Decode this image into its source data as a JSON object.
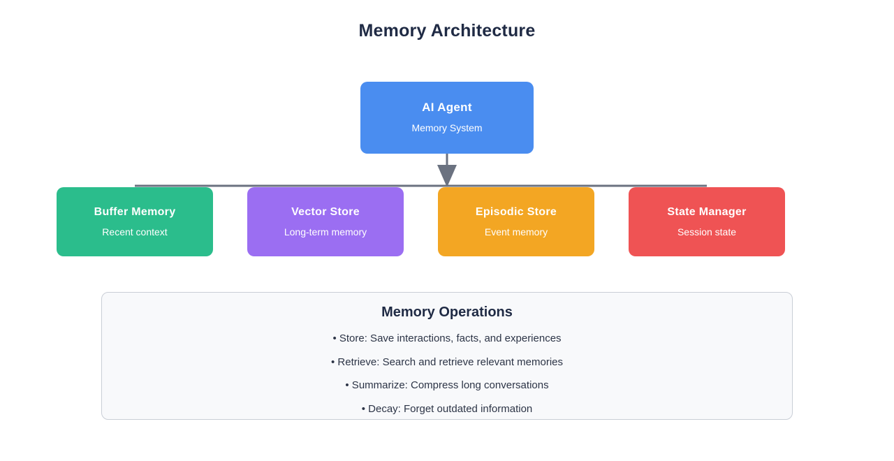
{
  "diagram": {
    "title": "Memory Architecture",
    "root": {
      "title": "AI Agent",
      "subtitle": "Memory System",
      "color": "#4a8df0"
    },
    "children": [
      {
        "title": "Buffer Memory",
        "subtitle": "Recent context",
        "color": "#2bbd8c"
      },
      {
        "title": "Vector Store",
        "subtitle": "Long-term memory",
        "color": "#9b6ef2"
      },
      {
        "title": "Episodic Store",
        "subtitle": "Event memory",
        "color": "#f3a623"
      },
      {
        "title": "State Manager",
        "subtitle": "Session state",
        "color": "#ef5354"
      }
    ],
    "connector": {
      "color": "#6b7280",
      "arrow_icon": "down-arrow-icon"
    },
    "operations": {
      "title": "Memory Operations",
      "items": [
        "• Store: Save interactions, facts, and experiences",
        "• Retrieve: Search and retrieve relevant memories",
        "• Summarize: Compress long conversations",
        "• Decay: Forget outdated information"
      ],
      "background": "#f8f9fb",
      "border_color": "#c9ced6"
    }
  }
}
